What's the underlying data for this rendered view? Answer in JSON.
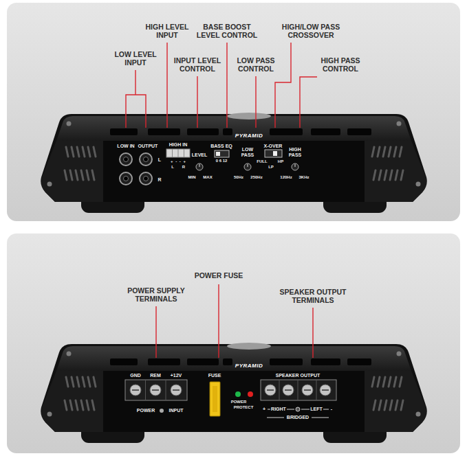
{
  "diagram": {
    "labels": [
      "HIGH LEVEL INPUT",
      "BASE BOOST LEVEL CONTROL",
      "HIGH/LOW PASS CROSSOVER",
      "LOW LEVEL INPUT",
      "INPUT LEVEL CONTROL",
      "LOW PASS CONTROL",
      "HIGH PASS CONTROL",
      "PYRAMID",
      "LOW IN",
      "OUTPUT",
      "L",
      "R",
      "HIGH IN",
      "+ - - +",
      "L",
      "R",
      "LEVEL",
      "MIN",
      "MAX",
      "BASS EQ",
      "0 6 12",
      "LOW PASS",
      "50Hz",
      "250Hz",
      "X-OVER",
      "FULL",
      "HP",
      "LP",
      "HIGH PASS",
      "120Hz",
      "3KHz",
      "POWER SUPPLY TERMINALS",
      "POWER FUSE",
      "SPEAKER OUTPUT TERMINALS",
      "PYRAMID",
      "GND",
      "REM",
      "+12V",
      "POWER",
      "INPUT",
      "FUSE",
      "POWER",
      "PROTECT",
      "SPEAKER OUTPUT",
      "+",
      "RIGHT",
      "LEFT",
      "-",
      "BRIDGED"
    ]
  }
}
